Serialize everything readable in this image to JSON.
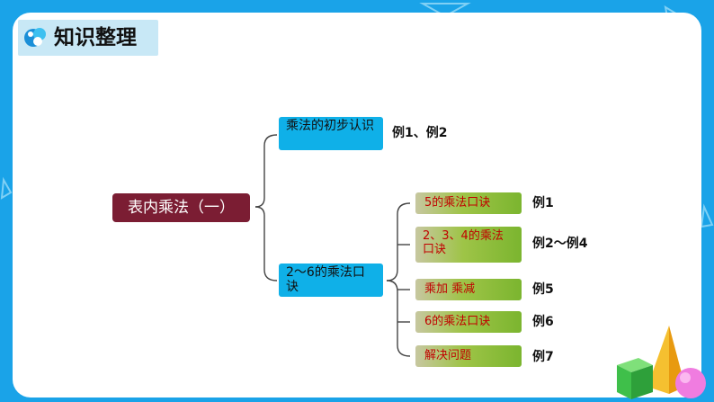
{
  "header": {
    "title": "知识整理",
    "icon": "logo-icon"
  },
  "colors": {
    "background": "#1aa3e8",
    "root": "#7b1d33",
    "branch": "#0fb0e8",
    "leaf_text": "#c10000"
  },
  "mindmap": {
    "root": "表内乘法（一）",
    "branch1": {
      "label": "乘法的初步认识",
      "example": "例1、例2"
    },
    "branch2": {
      "label": "2～6的乘法口诀",
      "children": [
        {
          "label": "5的乘法口诀",
          "example": "例1"
        },
        {
          "label": "2、3、4的乘法口诀",
          "example": "例2～例4"
        },
        {
          "label": "乘加 乘减",
          "example": "例5"
        },
        {
          "label": "6的乘法口诀",
          "example": "例6"
        },
        {
          "label": "解决问题",
          "example": "例7"
        }
      ]
    }
  }
}
